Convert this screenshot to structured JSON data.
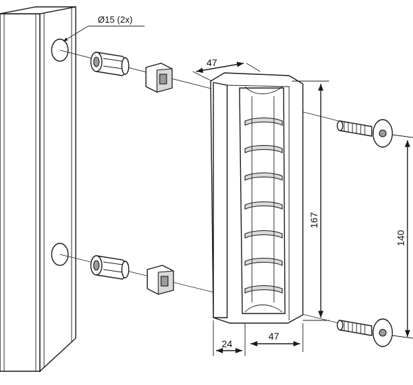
{
  "callout": {
    "hole_label": "Ø15 (2x)"
  },
  "dimensions": {
    "top_depth": "47",
    "total_height": "167",
    "hole_spacing": "140",
    "base_width": "24",
    "base_depth": "47"
  },
  "colors": {
    "line": "#1a1a1a",
    "shade": "#d9d9d9",
    "dark": "#9a9a9a"
  }
}
